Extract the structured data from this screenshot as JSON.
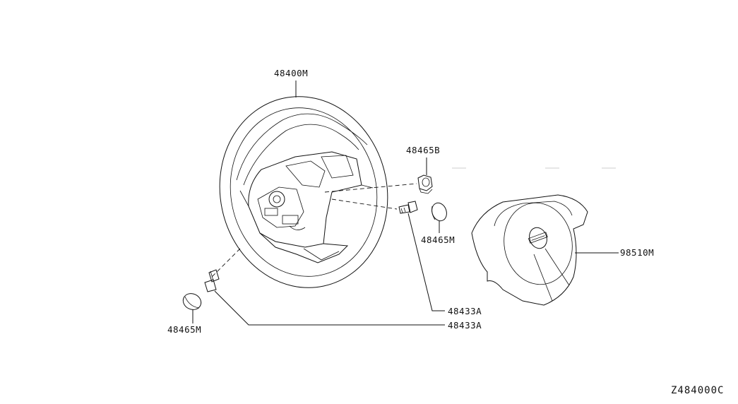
{
  "parts": {
    "steering_wheel": "48400M",
    "nut": "48465B",
    "cap_right": "48465M",
    "cap_left": "48465M",
    "bolt_right": "48433A",
    "bolt_left": "48433A",
    "airbag_module": "98510M"
  },
  "reference_code": "Z484000C"
}
